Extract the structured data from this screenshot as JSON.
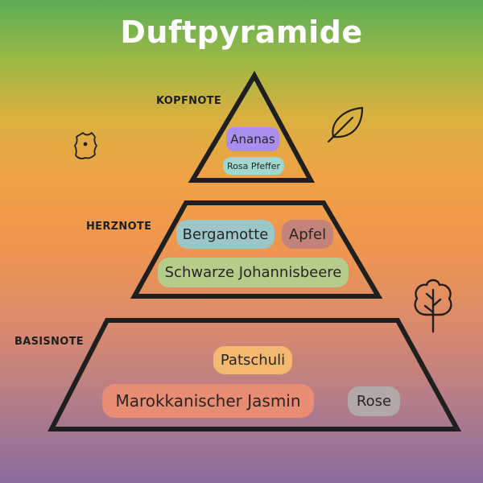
{
  "title": "Duftpyramide",
  "tiers": {
    "top": "KOPFNOTE",
    "middle": "HERZNOTE",
    "base": "BASISNOTE"
  },
  "notes": {
    "ananas": "Ananas",
    "rosa_pfeffer": "Rosa Pfeffer",
    "bergamotte": "Bergamotte",
    "apfel": "Apfel",
    "johannisbeere": "Schwarze Johannisbeere",
    "patschuli": "Patschuli",
    "jasmin": "Marokkanischer Jasmin",
    "rose": "Rose"
  },
  "colors": {
    "ananas": "#a98ef0",
    "rosa_pfeffer": "#9fd8cf",
    "bergamotte": "#9cc7c9",
    "apfel": "#c4837a",
    "johannisbeere": "#b5cc8b",
    "patschuli": "#f3b96f",
    "jasmin": "#e98c74",
    "rose": "#b3a8a8",
    "outline": "#1f1f1f"
  },
  "icons": [
    "leather-icon",
    "leaf-icon",
    "tree-icon"
  ]
}
